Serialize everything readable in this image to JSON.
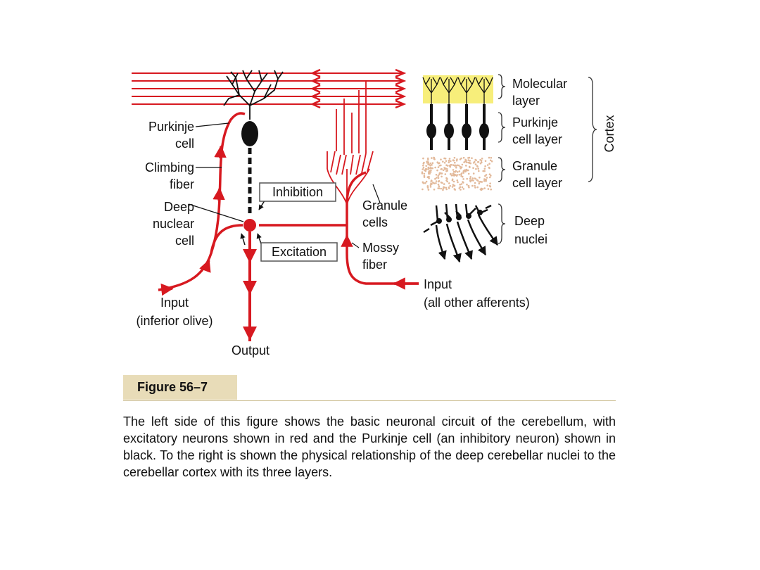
{
  "colors": {
    "excitatory": "#d71920",
    "inhibitory": "#111111",
    "molecular": "#f7ee7a",
    "granule_dots": "#e2b99a"
  },
  "labels": {
    "purkinje_1": "Purkinje",
    "purkinje_2": "cell",
    "climbing_1": "Climbing",
    "climbing_2": "fiber",
    "deep_1": "Deep",
    "deep_2": "nuclear",
    "deep_3": "cell",
    "inhibition": "Inhibition",
    "excitation": "Excitation",
    "granule_1": "Granule",
    "granule_2": "cells",
    "mossy_1": "Mossy",
    "mossy_2": "fiber",
    "input_left_1": "Input",
    "input_left_2": "(inferior olive)",
    "input_right_1": "Input",
    "input_right_2": "(all other afferents)",
    "output": "Output",
    "molecular_1": "Molecular",
    "molecular_2": "layer",
    "purkinje_layer_1": "Purkinje",
    "purkinje_layer_2": "cell layer",
    "granule_layer_1": "Granule",
    "granule_layer_2": "cell layer",
    "deep_nuclei_1": "Deep",
    "deep_nuclei_2": "nuclei",
    "cortex": "Cortex"
  },
  "caption": {
    "figure_label": "Figure 56–7",
    "text": "The left side of this figure shows the basic neuronal circuit of the cerebellum, with excitatory neurons shown in red and the Purkinje cell (an inhibitory neuron) shown in black. To the right is shown the physical relationship of the deep cerebellar nuclei to the cerebellar cortex with its three layers."
  }
}
